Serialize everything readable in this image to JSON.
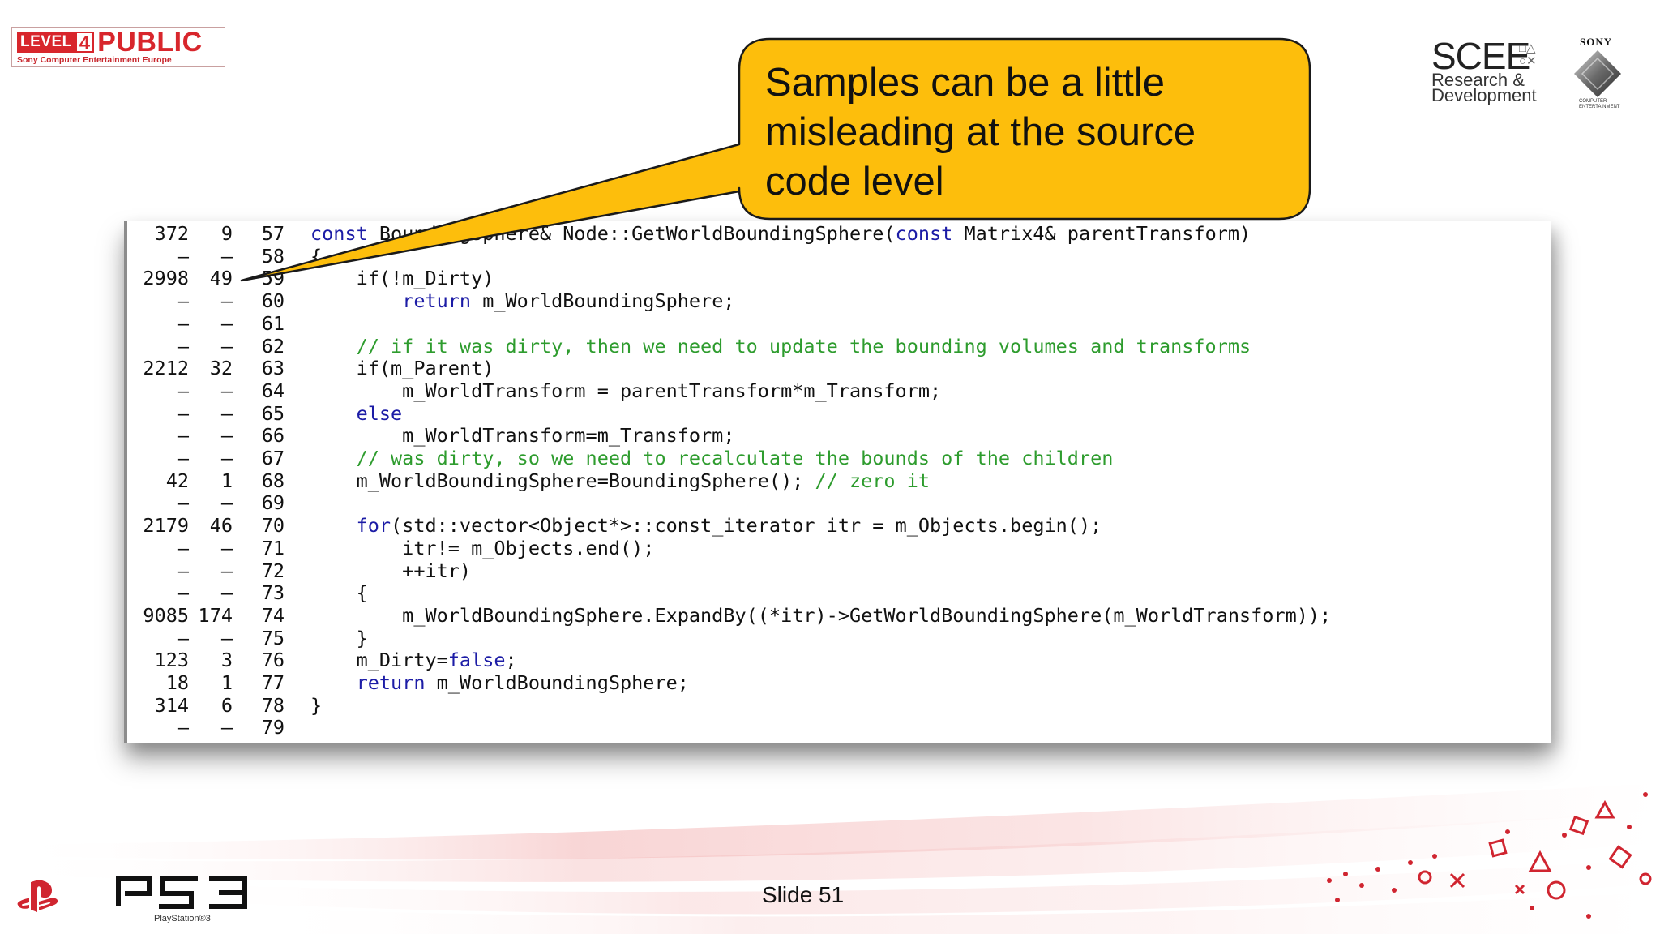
{
  "header": {
    "level_badge": {
      "level_word": "LEVEL",
      "level_number": "4",
      "public_word": "PUBLIC",
      "subtitle": "Sony Computer Entertainment Europe"
    },
    "scee_logo": {
      "name": "SCEE",
      "line1": "Research &",
      "line2": "Development"
    },
    "sony_logo": {
      "word": "SONY",
      "tagline": "COMPUTER ENTERTAINMENT"
    }
  },
  "callout": {
    "text": "Samples can be a little misleading at the source code level"
  },
  "code_panel": {
    "lines": [
      {
        "samples": "372",
        "percent": "9",
        "line": "57",
        "tokens": [
          {
            "t": "const",
            "k": "kw"
          },
          {
            "t": " BoundingSphere& Node::GetWorldBoundingSphere(",
            "k": ""
          },
          {
            "t": "const",
            "k": "kw"
          },
          {
            "t": " Matrix4& parentTransform)",
            "k": ""
          }
        ]
      },
      {
        "samples": "–",
        "percent": "–",
        "line": "58",
        "tokens": [
          {
            "t": "{",
            "k": ""
          }
        ]
      },
      {
        "samples": "2998",
        "percent": "49",
        "line": "59",
        "tokens": [
          {
            "t": "    if(!m_Dirty)",
            "k": ""
          }
        ]
      },
      {
        "samples": "–",
        "percent": "–",
        "line": "60",
        "tokens": [
          {
            "t": "        ",
            "k": ""
          },
          {
            "t": "return",
            "k": "kw"
          },
          {
            "t": " m_WorldBoundingSphere;",
            "k": ""
          }
        ]
      },
      {
        "samples": "–",
        "percent": "–",
        "line": "61",
        "tokens": []
      },
      {
        "samples": "–",
        "percent": "–",
        "line": "62",
        "tokens": [
          {
            "t": "    // if it was dirty, then we need to update the bounding volumes and transforms",
            "k": "cm"
          }
        ]
      },
      {
        "samples": "2212",
        "percent": "32",
        "line": "63",
        "tokens": [
          {
            "t": "    if(m_Parent)",
            "k": ""
          }
        ]
      },
      {
        "samples": "–",
        "percent": "–",
        "line": "64",
        "tokens": [
          {
            "t": "        m_WorldTransform = parentTransform*m_Transform;",
            "k": ""
          }
        ]
      },
      {
        "samples": "–",
        "percent": "–",
        "line": "65",
        "tokens": [
          {
            "t": "    ",
            "k": ""
          },
          {
            "t": "else",
            "k": "kw"
          }
        ]
      },
      {
        "samples": "–",
        "percent": "–",
        "line": "66",
        "tokens": [
          {
            "t": "        m_WorldTransform=m_Transform;",
            "k": ""
          }
        ]
      },
      {
        "samples": "–",
        "percent": "–",
        "line": "67",
        "tokens": [
          {
            "t": "    // was dirty, so we need to recalculate the bounds of the children",
            "k": "cm"
          }
        ]
      },
      {
        "samples": "42",
        "percent": "1",
        "line": "68",
        "tokens": [
          {
            "t": "    m_WorldBoundingSphere=BoundingSphere(); ",
            "k": ""
          },
          {
            "t": "// zero it",
            "k": "cm"
          }
        ]
      },
      {
        "samples": "–",
        "percent": "–",
        "line": "69",
        "tokens": []
      },
      {
        "samples": "2179",
        "percent": "46",
        "line": "70",
        "tokens": [
          {
            "t": "    ",
            "k": ""
          },
          {
            "t": "for",
            "k": "kw"
          },
          {
            "t": "(std::vector<Object*>::const_iterator itr = m_Objects.begin();",
            "k": ""
          }
        ]
      },
      {
        "samples": "–",
        "percent": "–",
        "line": "71",
        "tokens": [
          {
            "t": "        itr!= m_Objects.end();",
            "k": ""
          }
        ]
      },
      {
        "samples": "–",
        "percent": "–",
        "line": "72",
        "tokens": [
          {
            "t": "        ++itr)",
            "k": ""
          }
        ]
      },
      {
        "samples": "–",
        "percent": "–",
        "line": "73",
        "tokens": [
          {
            "t": "    {",
            "k": ""
          }
        ]
      },
      {
        "samples": "9085",
        "percent": "174",
        "line": "74",
        "tokens": [
          {
            "t": "        m_WorldBoundingSphere.ExpandBy((*itr)->GetWorldBoundingSphere(m_WorldTransform));",
            "k": ""
          }
        ]
      },
      {
        "samples": "–",
        "percent": "–",
        "line": "75",
        "tokens": [
          {
            "t": "    }",
            "k": ""
          }
        ]
      },
      {
        "samples": "123",
        "percent": "3",
        "line": "76",
        "tokens": [
          {
            "t": "    m_Dirty=",
            "k": ""
          },
          {
            "t": "false",
            "k": "kw"
          },
          {
            "t": ";",
            "k": ""
          }
        ]
      },
      {
        "samples": "18",
        "percent": "1",
        "line": "77",
        "tokens": [
          {
            "t": "    ",
            "k": ""
          },
          {
            "t": "return",
            "k": "kw"
          },
          {
            "t": " m_WorldBoundingSphere;",
            "k": ""
          }
        ]
      },
      {
        "samples": "314",
        "percent": "6",
        "line": "78",
        "tokens": [
          {
            "t": "}",
            "k": ""
          }
        ]
      },
      {
        "samples": "–",
        "percent": "–",
        "line": "79",
        "tokens": []
      }
    ]
  },
  "footer": {
    "slide_number": "Slide 51",
    "ps3_logo_text": "PS3",
    "ps3_sub_text": "PlayStation®3"
  },
  "colors": {
    "callout_fill": "#FDBE0C",
    "keyword": "#1C1CA6",
    "comment": "#2E9C2E",
    "brand_red": "#D8262C"
  }
}
